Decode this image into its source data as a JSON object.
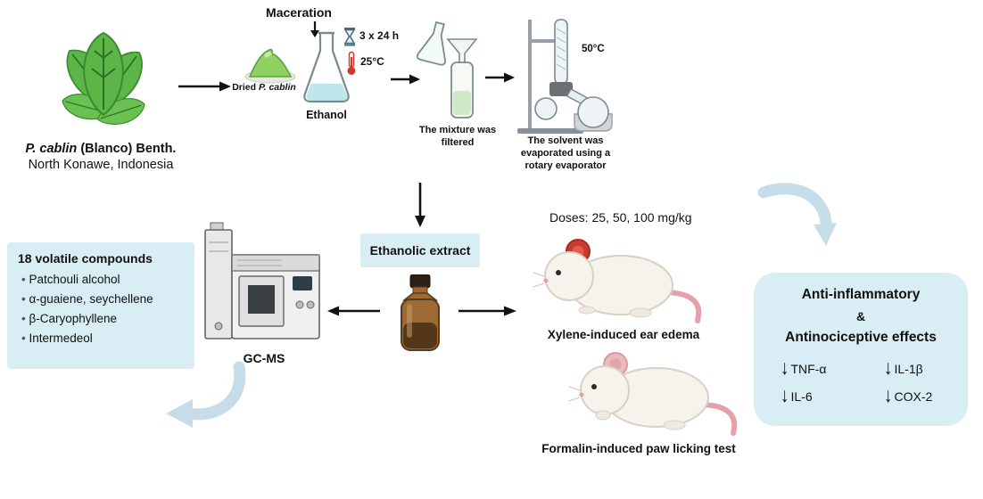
{
  "plant": {
    "species": "P. cablin",
    "authority": " (Blanco) Benth.",
    "origin": "North Konawe, Indonesia"
  },
  "maceration": {
    "title": "Maceration",
    "dried_prefix": "Dried ",
    "dried_species": "P. cablin",
    "solvent": "Ethanol",
    "duration": "3 x 24 h",
    "temperature": "25°C"
  },
  "filtration": {
    "caption": "The mixture was filtered"
  },
  "evaporation": {
    "temperature": "50°C",
    "caption": "The solvent was evaporated using a rotary evaporator"
  },
  "extract": {
    "label": "Ethanolic extract"
  },
  "gcms": {
    "label": "GC-MS"
  },
  "compounds": {
    "title": "18 volatile compounds",
    "items": [
      "Patchouli alcohol",
      "α-guaiene, seychellene",
      "β-Caryophyllene",
      "Intermedeol"
    ]
  },
  "invivo": {
    "doses": "Doses: 25, 50, 100 mg/kg",
    "ear_test": "Xylene-induced ear edema",
    "paw_test": "Formalin-induced paw licking test"
  },
  "effects": {
    "title1": "Anti-inflammatory",
    "connector": "&",
    "title2": "Antinociceptive effects",
    "decreased_left": [
      "TNF-α",
      "IL-6"
    ],
    "decreased_right": [
      "IL-1β",
      "COX-2"
    ]
  },
  "icons": {
    "down_arrow": "↓"
  },
  "colors": {
    "panel_blue": "#d9edf4",
    "swoosh_blue": "#c6dde9",
    "leaf_green": "#5cb647",
    "ear_red": "#cc3a2e",
    "bottle_amber": "#9c6b33"
  }
}
